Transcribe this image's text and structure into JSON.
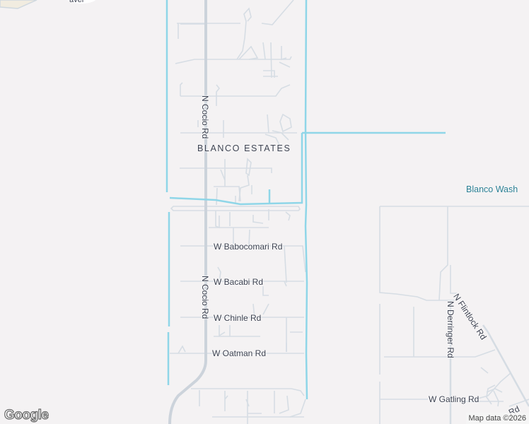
{
  "map": {
    "type": "street-map",
    "background_color": "#f4f2f3",
    "road_color": "#d5dce3",
    "major_road_color": "#cfd6dd",
    "water_color": "#8fd6e8",
    "water_label_color": "#2a7f94"
  },
  "labels": {
    "area": "BLANCO ESTATES",
    "water": "Blanco Wash",
    "partial_top": "aver",
    "roads": {
      "n_cocio_upper": "N Cocio Rd",
      "n_cocio_lower": "N Cocio Rd",
      "w_babocomari": "W Babocomari Rd",
      "w_bacabi": "W Bacabi Rd",
      "w_chinle": "W Chinle Rd",
      "w_oatman": "W Oatman Rd",
      "n_flintlock": "N Flintlock Rd",
      "n_derringer": "N Derringer Rd",
      "w_gatling": "W Gatling Rd",
      "partial_bottom_right": "Rd"
    }
  },
  "branding": {
    "logo": "Google",
    "attribution": "Map data ©2026"
  }
}
